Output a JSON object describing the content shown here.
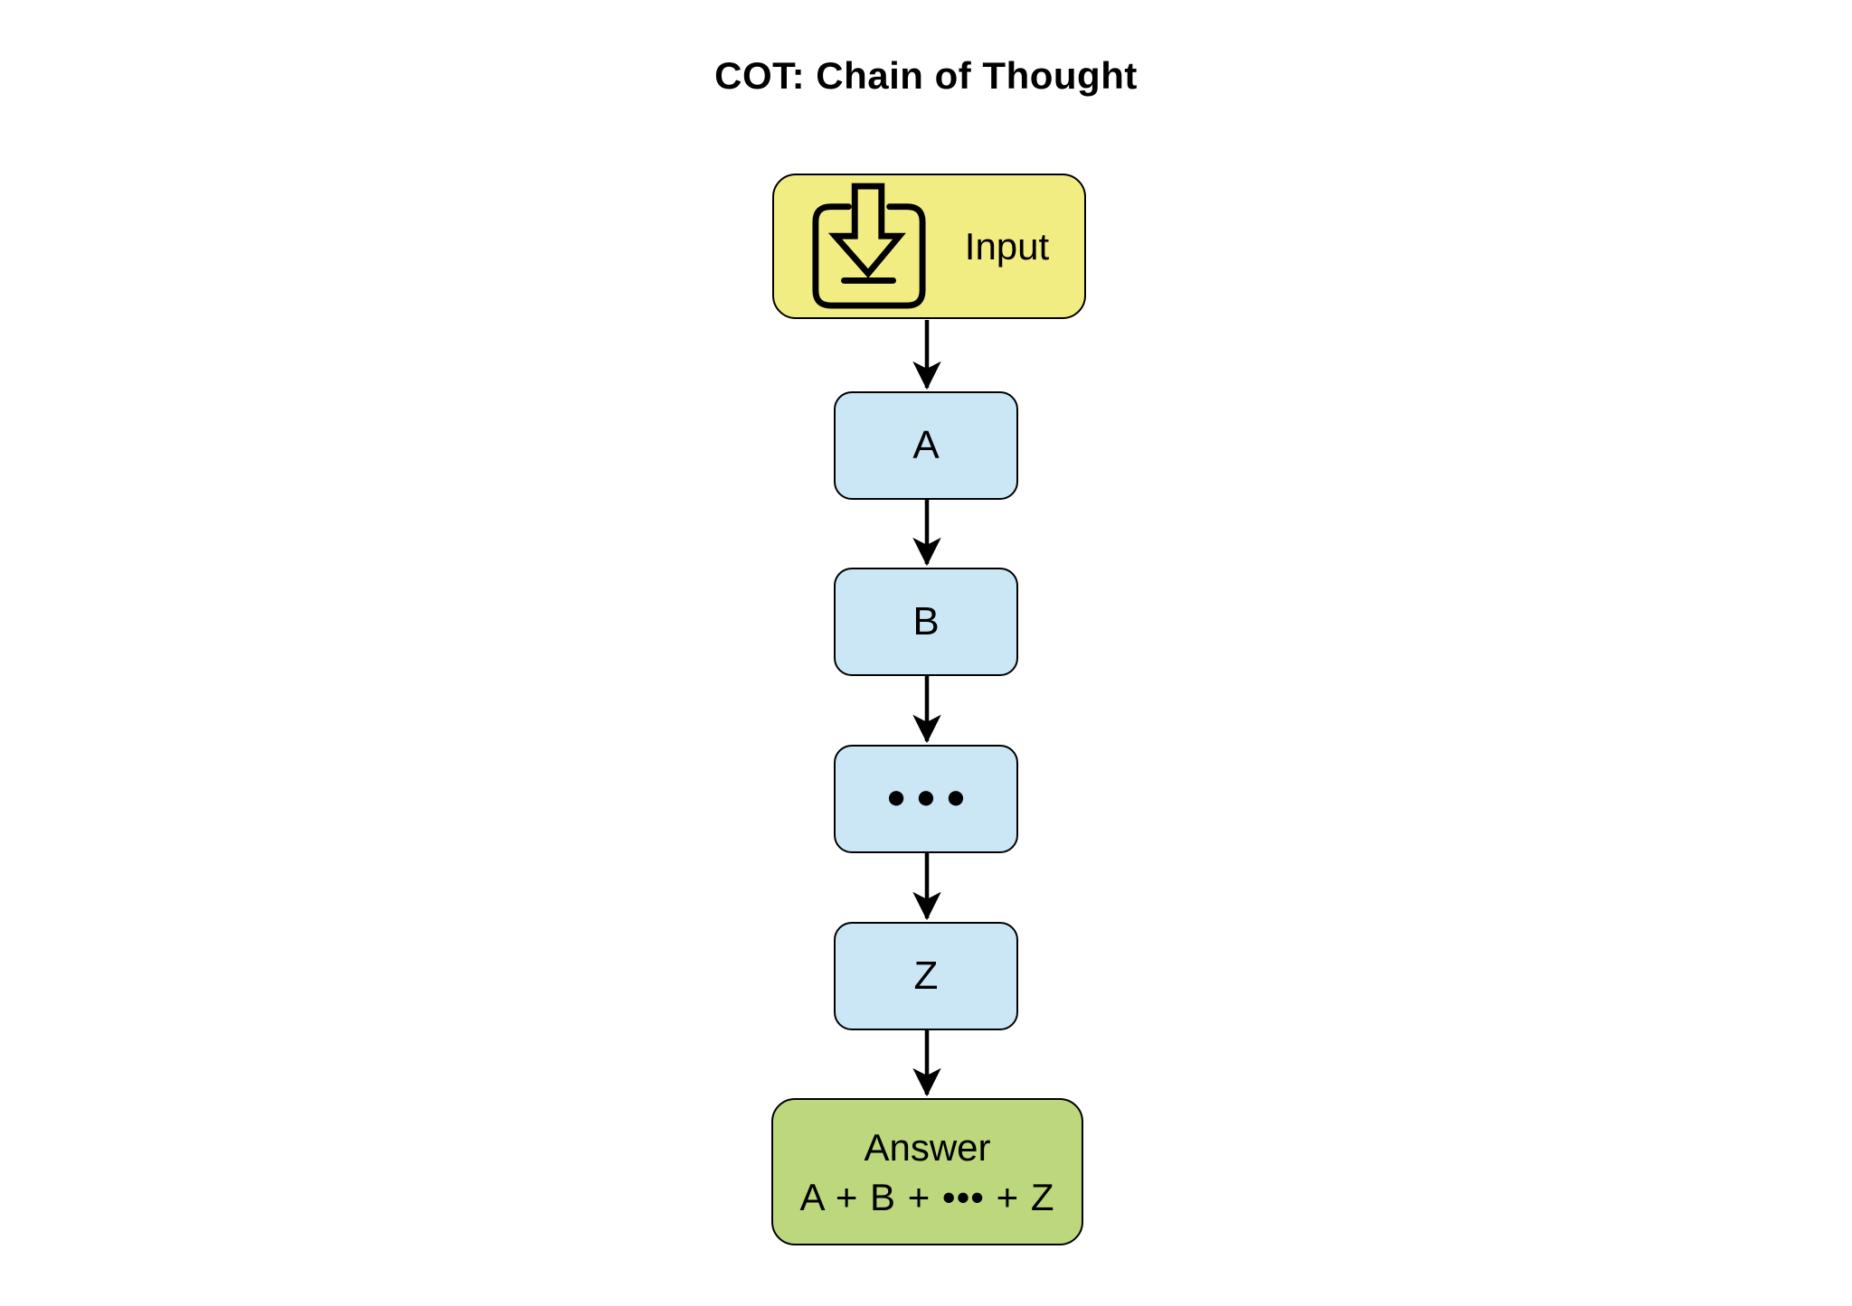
{
  "title": "COT: Chain of Thought",
  "colors": {
    "background": "#FFFFFF",
    "input_box_bg": "#F2ED83",
    "step_box_bg": "#CBE7F6",
    "answer_box_bg": "#BCD77C",
    "border": "#000000",
    "arrow": "#000000",
    "text": "#000000"
  },
  "nodes": {
    "input": {
      "label": "Input",
      "icon": "download-icon"
    },
    "step_a": {
      "label": "A"
    },
    "step_b": {
      "label": "B"
    },
    "ellipsis": {
      "label": "●●●"
    },
    "step_z": {
      "label": "Z"
    },
    "answer": {
      "label": "Answer",
      "formula": "A + B + ••• + Z"
    }
  },
  "flow": [
    "input → A",
    "A → B",
    "B → …",
    "… → Z",
    "Z → Answer"
  ]
}
